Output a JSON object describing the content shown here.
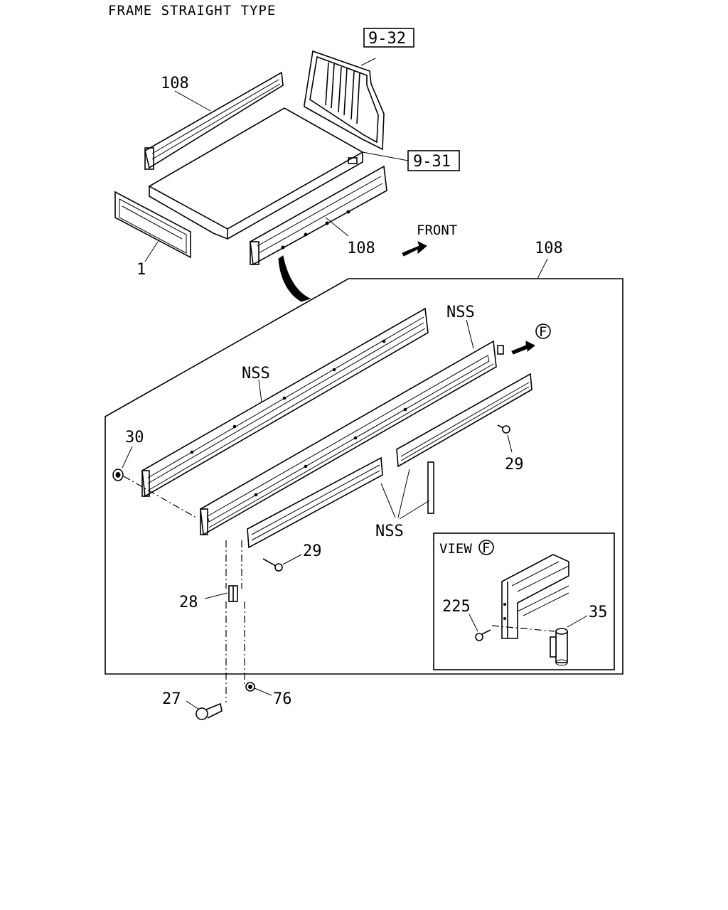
{
  "title": "FRAME STRAIGHT TYPE",
  "refs": {
    "ref_9_32": "9-32",
    "ref_9_31": "9-31"
  },
  "front_label": "FRONT",
  "callouts": {
    "top_108_left": "108",
    "top_108_right": "108",
    "top_1": "1",
    "detail_108": "108",
    "nss_top_right": "NSS",
    "nss_left": "NSS",
    "nss_bottom": "NSS",
    "part_30": "30",
    "part_29_right": "29",
    "part_29_left": "29",
    "part_28": "28",
    "part_27": "27",
    "part_76": "76",
    "part_225": "225",
    "part_35": "35"
  },
  "view_f": {
    "label": "VIEW",
    "marker": "F"
  },
  "f_marker": "F"
}
